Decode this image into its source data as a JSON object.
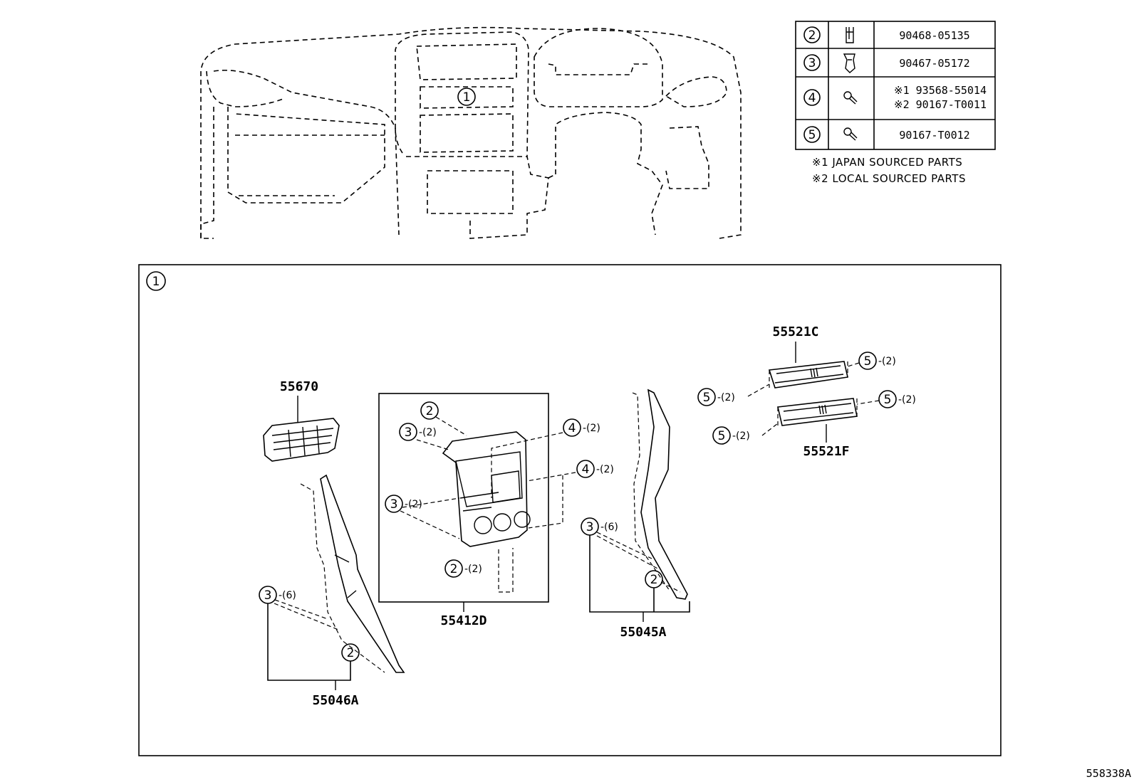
{
  "legend": {
    "rows": [
      {
        "num": "2",
        "icon": "clip-icon",
        "part": "90468-05135"
      },
      {
        "num": "3",
        "icon": "clip-retainer-icon",
        "part": "90467-05172"
      },
      {
        "num": "4",
        "icon": "screw-icon",
        "part": "※1 93568-55014",
        "part2": "※2 90167-T0011"
      },
      {
        "num": "5",
        "icon": "screw-icon",
        "part": "90167-T0012"
      }
    ],
    "notes": [
      "※1 JAPAN SOURCED PARTS",
      "※2 LOCAL SOURCED PARTS"
    ]
  },
  "overview": {
    "callout": "1"
  },
  "detail": {
    "callout": "1"
  },
  "parts": {
    "p55670": "55670",
    "p55412D": "55412D",
    "p55046A": "55046A",
    "p55045A": "55045A",
    "p55521C": "55521C",
    "p55521F": "55521F"
  },
  "callouts": {
    "c2_top": {
      "num": "2"
    },
    "c3_a": {
      "num": "3",
      "qty": "-(2)"
    },
    "c4_a": {
      "num": "4",
      "qty": "-(2)"
    },
    "c4_b": {
      "num": "4",
      "qty": "-(2)"
    },
    "c3_b": {
      "num": "3",
      "qty": "-(2)"
    },
    "c2_b": {
      "num": "2",
      "qty": "-(2)"
    },
    "c3_left": {
      "num": "3",
      "qty": "-(6)"
    },
    "c2_left": {
      "num": "2"
    },
    "c3_right": {
      "num": "3",
      "qty": "-(6)"
    },
    "c2_right": {
      "num": "2"
    },
    "c5_a": {
      "num": "5",
      "qty": "-(2)"
    },
    "c5_b": {
      "num": "5",
      "qty": "-(2)"
    },
    "c5_c": {
      "num": "5",
      "qty": "-(2)"
    },
    "c5_d": {
      "num": "5",
      "qty": "-(2)"
    }
  },
  "footer_ref": "558338A"
}
